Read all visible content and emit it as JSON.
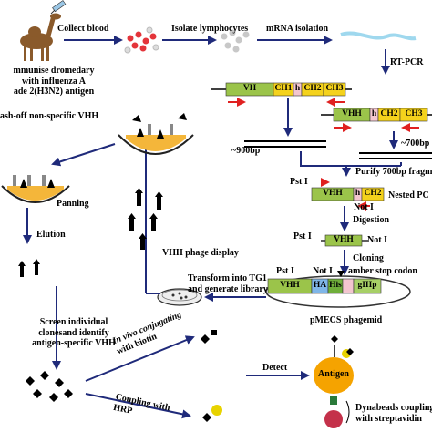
{
  "colors": {
    "arrow": "#1f2a7a",
    "red_arrow": "#e02020",
    "vh_green": "#9bc44a",
    "ch_yellow": "#f4d21c",
    "hinge_pink": "#f3c6cf",
    "ha_blue": "#7fb6e8",
    "his_green": "#6fae3a",
    "gIIIp_green": "#a7cf66",
    "antigen_orange": "#f5a300",
    "blood_red": "#e4343a",
    "mrna_blue": "#9fd8ee"
  },
  "steps": {
    "collect_blood": "Collect blood",
    "isolate_lymphocytes": "Isolate lymphocytes",
    "mrna_isolation": "mRNA isolation",
    "immunise": [
      "mmunise dromedary",
      "with influenza A",
      "ade 2(H3N2) antigen"
    ],
    "rt_pcr": "RT-PCR",
    "bp900": "~900bp",
    "bp700": "~700bp",
    "purify": "Purify 700bp fragm",
    "nested_pcr": "Nested PC",
    "digestion": "Digestion",
    "cloning": "Cloning",
    "amber": "amber stop codon",
    "pmecs": "pMECS phagemid",
    "transform": [
      "Transform into TG1",
      "and generate library"
    ],
    "phage_display": "VHH phage display",
    "panning": "Panning",
    "wash_off": "ash-off non-specific VHH",
    "elution": "Elution",
    "screen": [
      "Screen individual",
      "clonesand identify",
      "antigen-specific VHH"
    ],
    "in_vivo": [
      "In vivo conjugating",
      "with biotin"
    ],
    "coupling_hrp": [
      "Coupling with",
      "HRP"
    ],
    "detect": "Detect",
    "antigen": "Antigen",
    "dynabeads": [
      "Dynabeads coupling",
      "with streptavidin"
    ]
  },
  "genes": {
    "heavy": [
      "VH",
      "CH1",
      "h",
      "CH2",
      "CH3"
    ],
    "vhh_ab": [
      "VHH",
      "h",
      "CH2",
      "CH3"
    ],
    "nested": [
      "VHH",
      "h",
      "CH2"
    ],
    "digested": "VHH",
    "phagemid": [
      "VHH",
      "HA",
      "His",
      "gIIIp"
    ]
  },
  "sites": {
    "pst_nested": "Pst I",
    "not_nested": "Not I",
    "pst_digest": "Pst I",
    "not_digest": "Not I",
    "pst_phagemid": "Pst I",
    "not_phagemid": "Not I"
  }
}
